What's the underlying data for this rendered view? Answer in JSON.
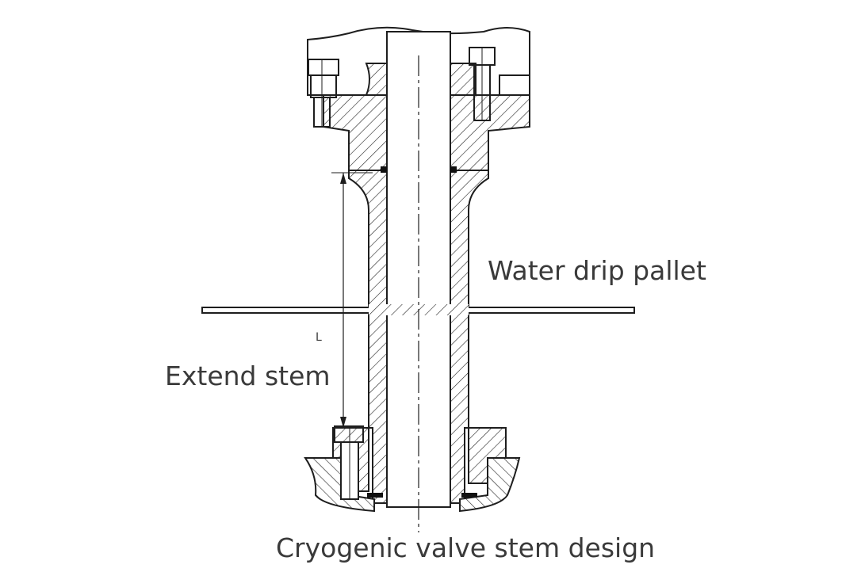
{
  "labels": {
    "water_drip_pallet": "Water drip pallet",
    "extend_stem": "Extend stem",
    "caption": "Cryogenic valve stem design",
    "dimension_l": "L"
  }
}
